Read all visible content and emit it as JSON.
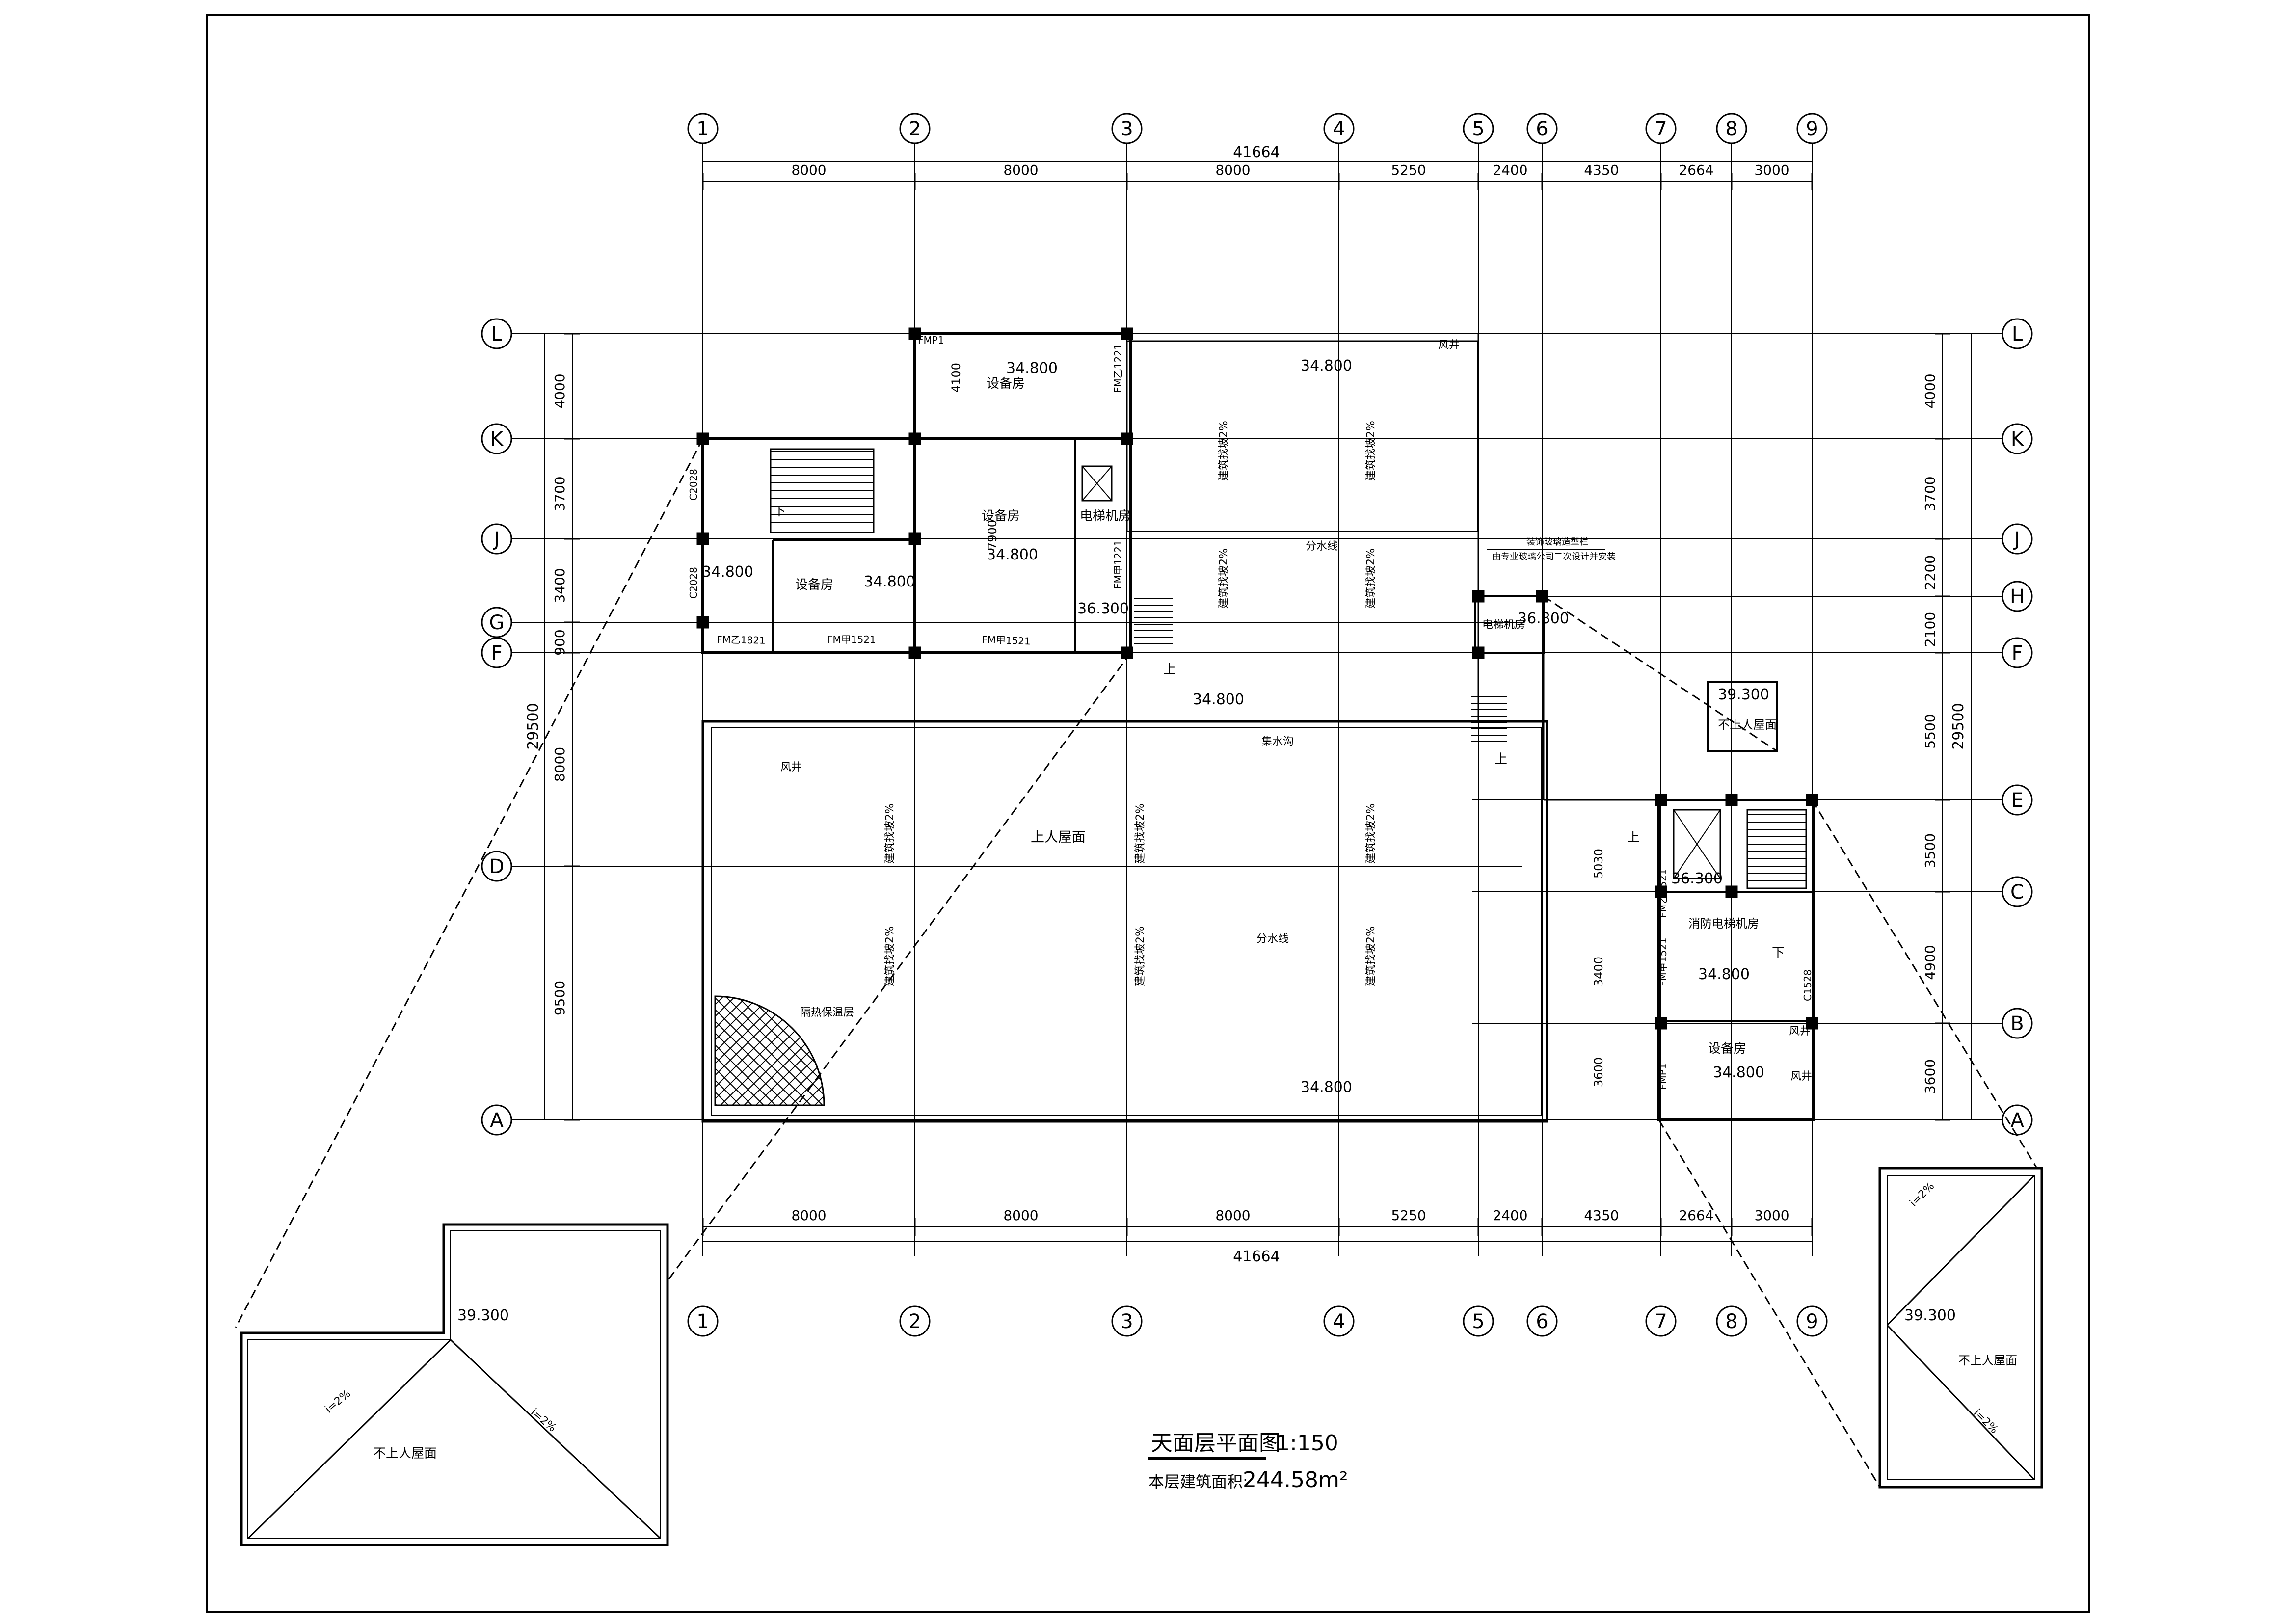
{
  "drawing": {
    "title": "天面层平面图",
    "scale": "1:150",
    "area_label": "本层建筑面积:",
    "area_value": "244.58m²"
  },
  "axes_x": [
    "1",
    "2",
    "3",
    "4",
    "5",
    "6",
    "7",
    "8",
    "9"
  ],
  "axes_y_left": [
    "L",
    "K",
    "J",
    "G",
    "F",
    "D",
    "A"
  ],
  "axes_y_right": [
    "L",
    "K",
    "J",
    "H",
    "F",
    "E",
    "C",
    "B",
    "A"
  ],
  "dims_x_top": [
    "8000",
    "8000",
    "8000",
    "5250",
    "2400",
    "4350",
    "2664",
    "3000"
  ],
  "dims_x_total": "41664",
  "dims_y_left": [
    "4000",
    "3700",
    "3400",
    "900",
    "8000",
    "9500"
  ],
  "dims_y_left_total": "29500",
  "dims_y_right": [
    "4000",
    "3700",
    "2200",
    "2100",
    "5500",
    "3500",
    "4900",
    "3600"
  ],
  "dims_y_right_total": "29500",
  "dims_inner": [
    "4100",
    "7900",
    "5030",
    "3400",
    "3600"
  ],
  "elevations": {
    "roof": "34.800",
    "machine": "36.300",
    "top": "39.300"
  },
  "rooms": {
    "equipment": "设备房",
    "elevator_machine": "电梯机房",
    "fire_elevator_machine": "消防电梯机房",
    "roof_access": "上人屋面",
    "no_access_roof": "不上人屋面",
    "insulation": "隔热保温层",
    "ridge": "分水线",
    "gutter": "集水沟",
    "slope": "建筑找坡2%",
    "slope_short": "i=2%",
    "vent": "风井",
    "up": "上",
    "down": "下"
  },
  "doors": [
    "FM甲1521",
    "FM甲1521",
    "FM乙1821",
    "FM乙1221",
    "FM甲1221",
    "FM乙1521",
    "FM甲1521",
    "FMP1"
  ],
  "windows": [
    "C2028",
    "C2028",
    "C1528"
  ],
  "note_lines": [
    "装饰玻璃造型栏",
    "由专业玻璃公司二次设计并安装"
  ]
}
